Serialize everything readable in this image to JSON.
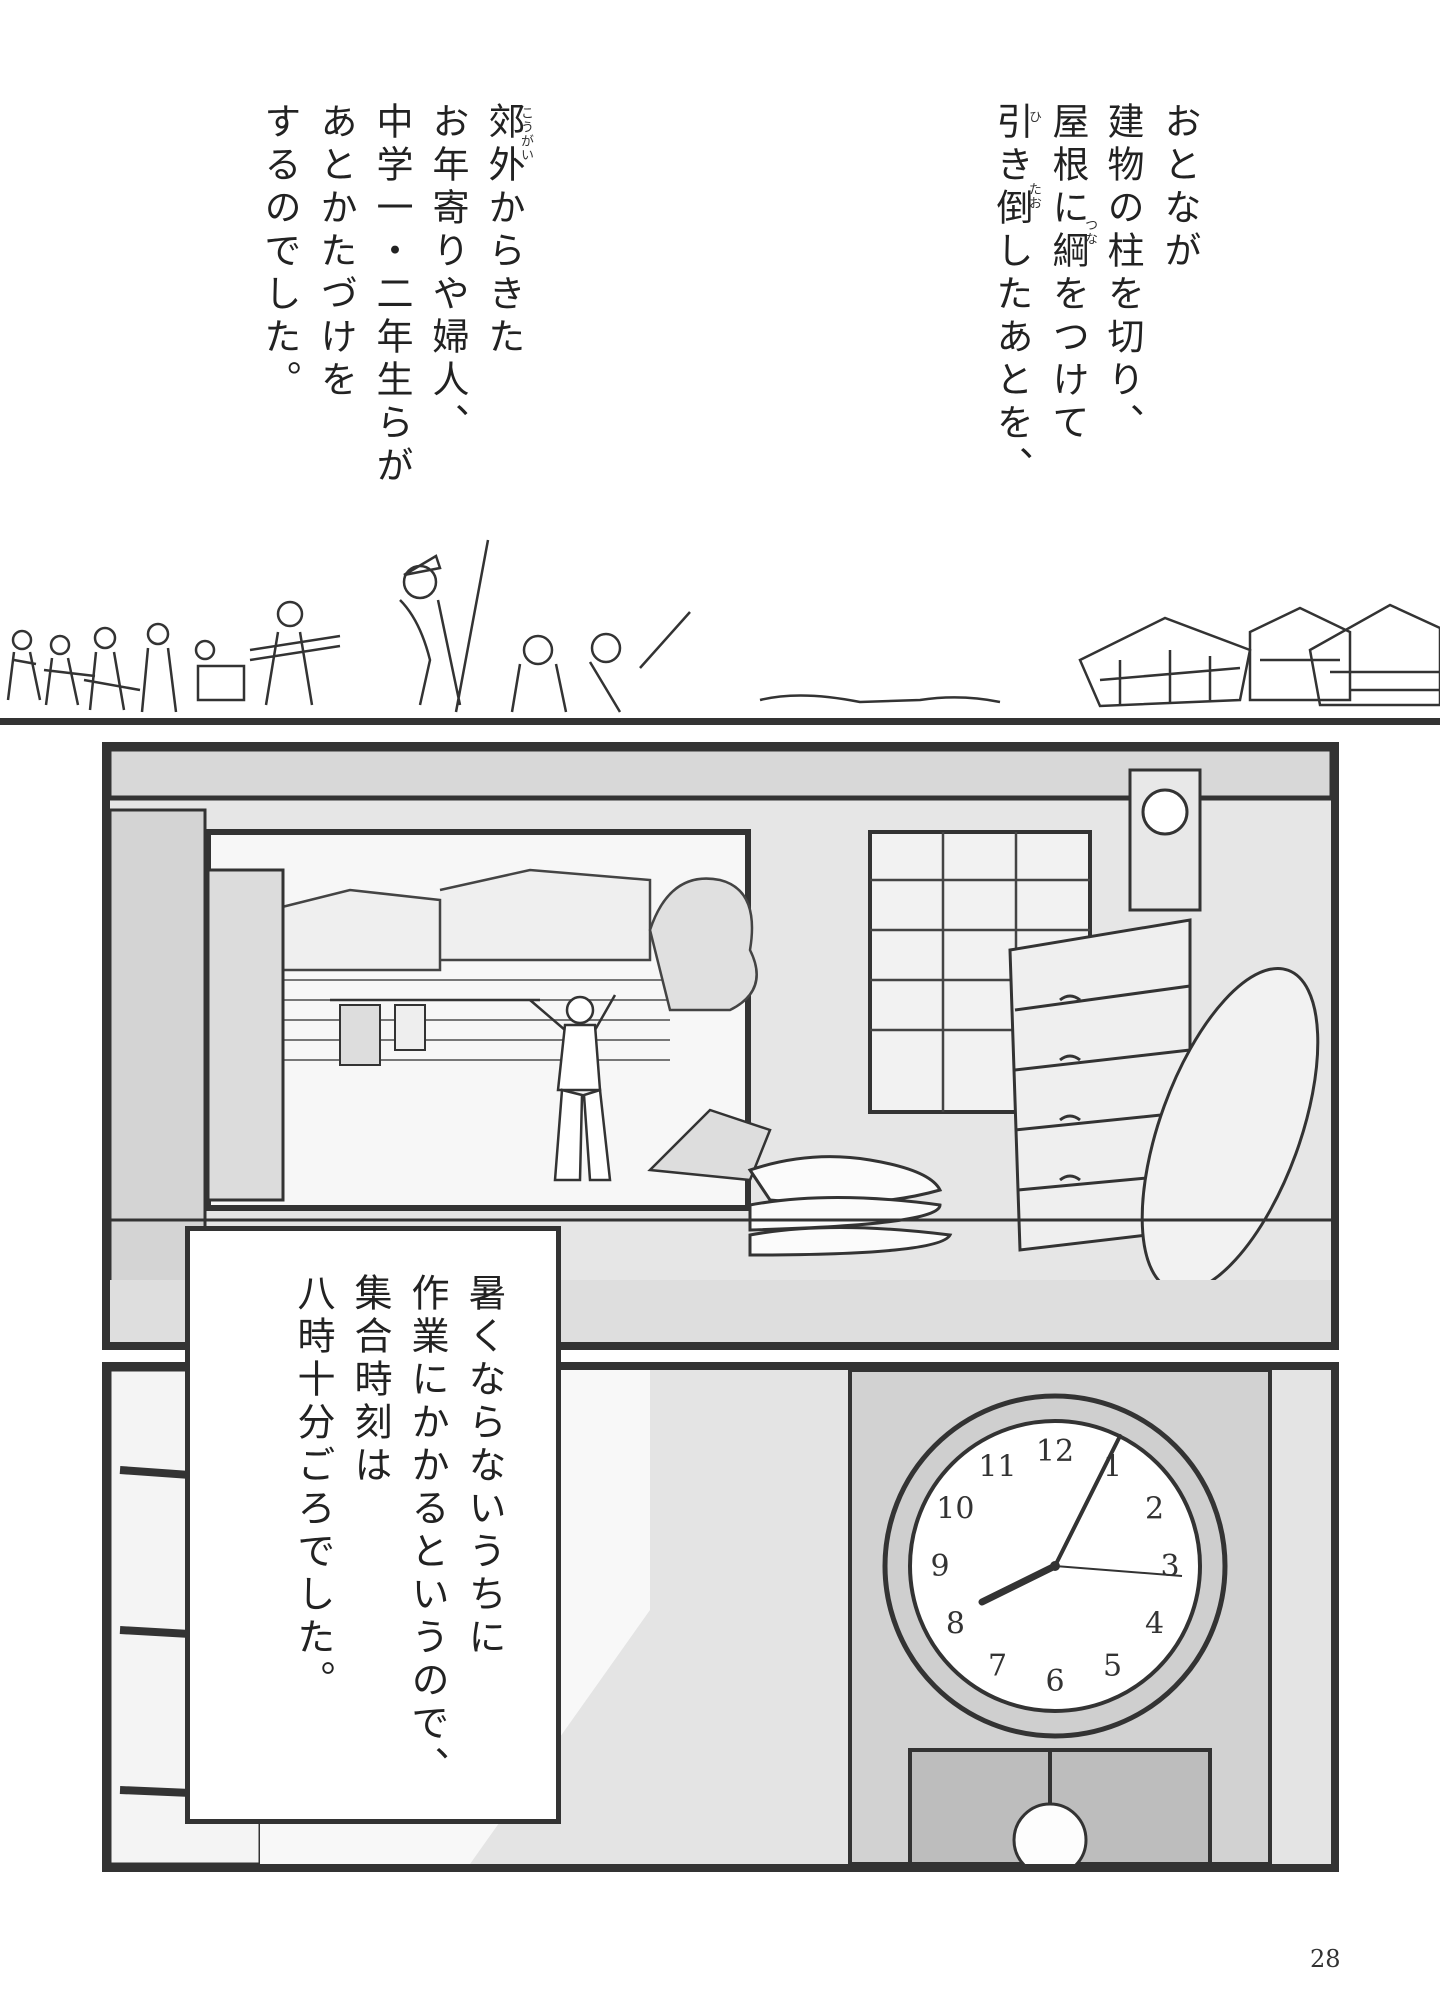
{
  "narration": {
    "right_block": [
      "おとなが",
      "建物の柱を切り、",
      "屋根に綱をつけて",
      "引き倒したあとを、"
    ],
    "left_block": [
      "郊外からきた",
      "お年寄りや婦人、",
      "中学一・二年生らが",
      "あとかたづけを",
      "するのでした。"
    ],
    "ruby": {
      "tsuna": "つな",
      "hi": "ひ",
      "tao": "たお",
      "kougai": "こうがい"
    }
  },
  "caption": {
    "lines": [
      "暑くならないうちに",
      "作業にかかるというので、",
      "集合時刻は",
      "八時十分ごろでした。"
    ]
  },
  "clock_numerals": [
    "12",
    "1",
    "2",
    "3",
    "4",
    "5",
    "6",
    "7",
    "8",
    "9",
    "10",
    "11"
  ],
  "page_number": "28",
  "colors": {
    "ink": "#333333",
    "panel_gray": "#e9e9e9",
    "paper": "#ffffff"
  }
}
